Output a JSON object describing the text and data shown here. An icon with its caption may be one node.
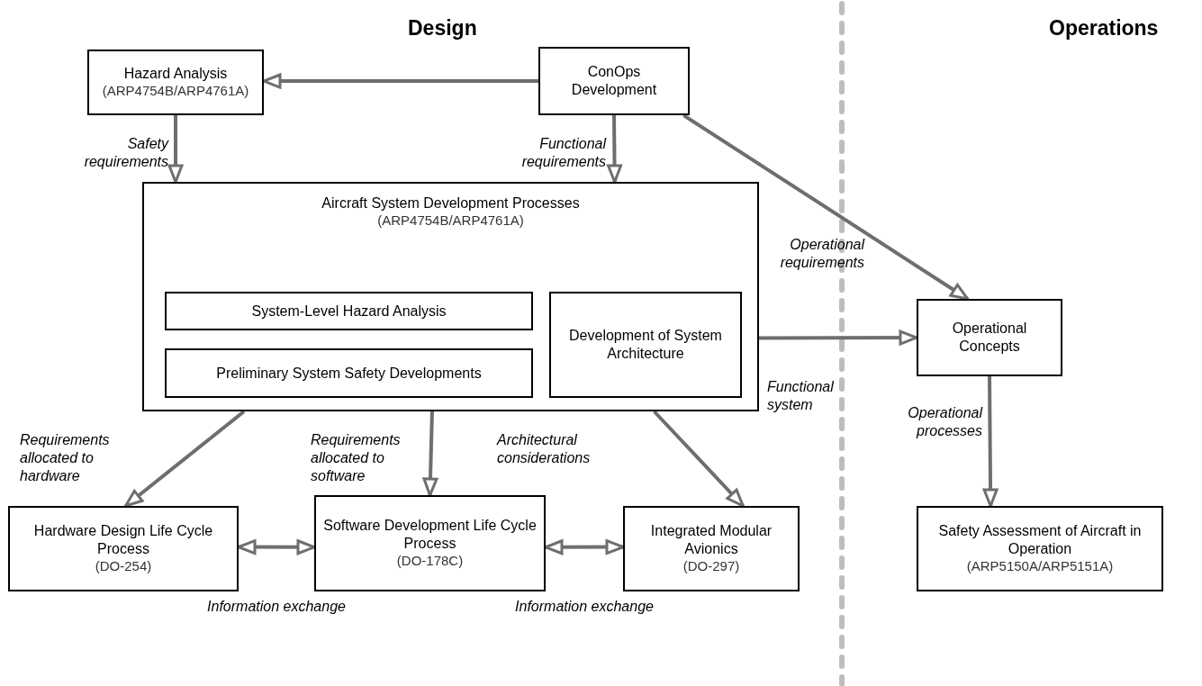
{
  "diagram": {
    "nodes": [
      {
        "text": [
          "Hazard Analysis",
          "(ARP4754B/ARP4761A)"
        ]
      },
      {
        "text": [
          "ConOps Development"
        ]
      },
      {
        "text": [
          "Aircraft System Development Processes",
          "(ARP4754B/ARP4761A)"
        ]
      },
      {
        "text": [
          "System-Level Hazard Analysis"
        ],
        "in": 2
      },
      {
        "text": [
          "Preliminary System Safety Developments"
        ],
        "in": 2
      },
      {
        "text": [
          "Development of System Architecture"
        ],
        "in": 2
      },
      {
        "text": [
          "Operational Concepts"
        ]
      },
      {
        "text": [
          "Hardware Design Life Cycle Process",
          "(DO-254)"
        ]
      },
      {
        "text": [
          "Software Development Life Cycle Process",
          "(DO-178C)"
        ]
      },
      {
        "text": [
          "Integrated Modular Avionics",
          "(DO-297)"
        ]
      },
      {
        "text": [
          "Safety Assessment of Aircraft in Operation",
          "(ARP5150A/ARP5151A)"
        ]
      }
    ],
    "edges": [
      {
        "from": 1,
        "to": 0,
        "arrow": "to"
      },
      {
        "from": 0,
        "to": 2,
        "arrow": "to",
        "label": "Safety requirements"
      },
      {
        "from": 1,
        "to": 2,
        "arrow": "to",
        "label": "Functional requirements"
      },
      {
        "from": 1,
        "to": 6,
        "arrow": "to",
        "label": "Operational requirements"
      },
      {
        "from": 2,
        "to": 6,
        "arrow": "to",
        "label": "Functional system"
      },
      {
        "from": 2,
        "to": 7,
        "arrow": "to",
        "label": "Requirements allocated to hardware"
      },
      {
        "from": 2,
        "to": 8,
        "arrow": "to",
        "label": "Requirements allocated to software"
      },
      {
        "from": 2,
        "to": 9,
        "arrow": "to",
        "label": "Architectural considerations"
      },
      {
        "from": 7,
        "to": 8,
        "arrow": "both",
        "label": "Information exchange"
      },
      {
        "from": 8,
        "to": 9,
        "arrow": "both",
        "label": "Information exchange"
      },
      {
        "from": 6,
        "to": 10,
        "arrow": "to",
        "label": "Operational processes"
      }
    ],
    "labels": [
      "Design",
      "Operations"
    ]
  }
}
